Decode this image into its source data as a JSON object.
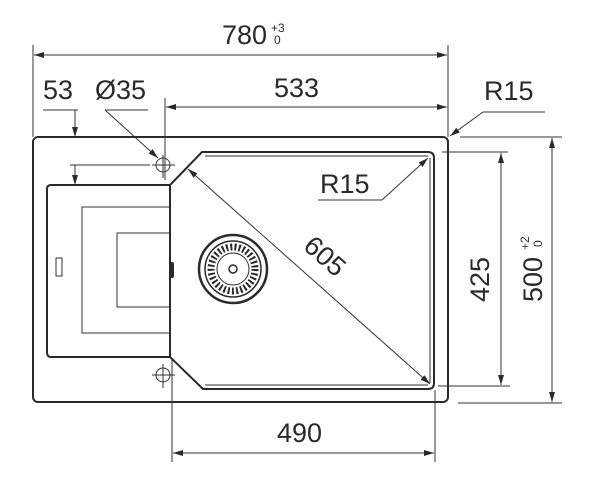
{
  "drawing": {
    "overall_width": {
      "value": "780",
      "tol_upper": "+3",
      "tol_lower": "0"
    },
    "overall_depth": {
      "value": "500",
      "tol_upper": "+2",
      "tol_lower": "0"
    },
    "edge_offset": "53",
    "tap_hole_diameter": "Ø35",
    "hole_to_edge": "533",
    "outer_radius": "R15",
    "bowl_radius": "R15",
    "bowl_diagonal": "605",
    "bowl_depth": "425",
    "bowl_width": "490"
  }
}
